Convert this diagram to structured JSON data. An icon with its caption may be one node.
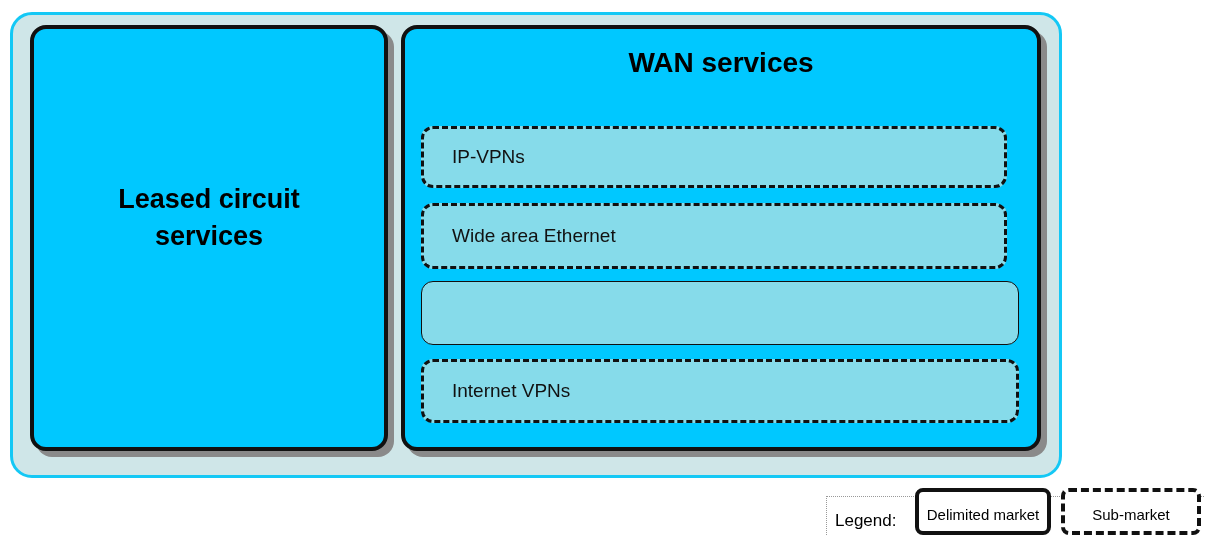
{
  "diagram": {
    "nodes": [
      {
        "text": [],
        "shape": "box"
      },
      {
        "text": [
          "Leased circuit services"
        ],
        "in": 0
      },
      {
        "text": [
          "WAN services"
        ],
        "in": 0
      },
      {
        "text": [
          "IP-VPNs"
        ],
        "in": 2
      },
      {
        "text": [
          "Wide area Ethernet"
        ],
        "in": 2
      },
      {
        "text": [],
        "shape": "box",
        "in": 2
      },
      {
        "text": [
          "Internet VPNs"
        ],
        "in": 2
      }
    ],
    "labels": [
      "Legend:"
    ],
    "legend": [
      {
        "text": "Delimited market"
      },
      {
        "text": "Sub-market"
      }
    ]
  }
}
